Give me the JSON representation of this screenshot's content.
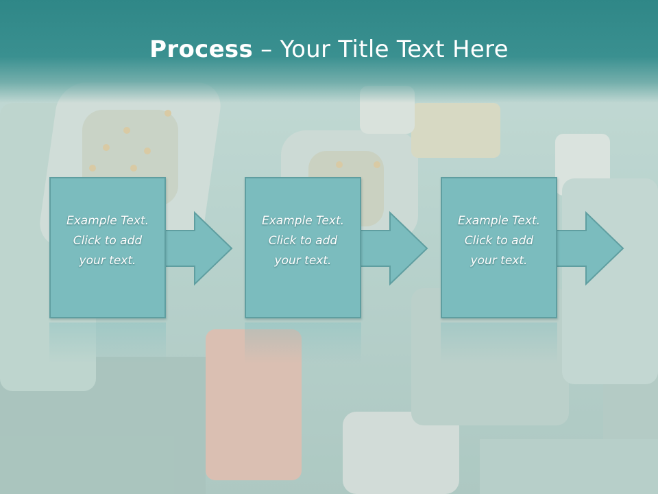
{
  "slide": {
    "title_bold": "Process",
    "title_rest": " – Your Title Text Here",
    "steps": [
      {
        "line1": "Example Text.",
        "line2": "Click  to add",
        "line3": "your text."
      },
      {
        "line1": "Example Text.",
        "line2": "Click  to add",
        "line3": "your text."
      },
      {
        "line1": "Example Text.",
        "line2": "Click  to add",
        "line3": "your text."
      }
    ]
  },
  "colors": {
    "header": "#2f8787",
    "box_fill": "#7bbcbe",
    "box_border": "#5f9ea0",
    "text": "#ffffff"
  }
}
